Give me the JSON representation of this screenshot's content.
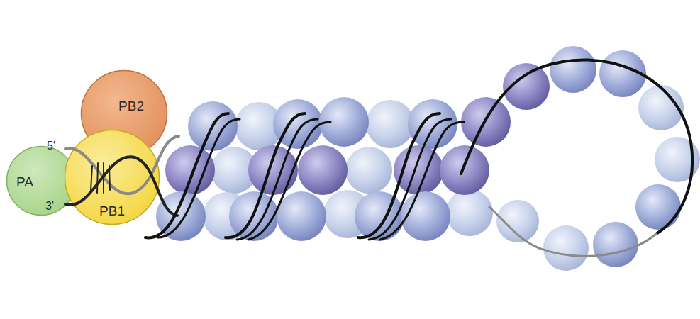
{
  "diagram": {
    "nodes": [
      {
        "text": [
          "PB2"
        ]
      },
      {
        "text": [
          "PA"
        ]
      },
      {
        "text": [
          "PB1"
        ]
      }
    ],
    "labels": [
      "5'",
      "3'"
    ]
  }
}
